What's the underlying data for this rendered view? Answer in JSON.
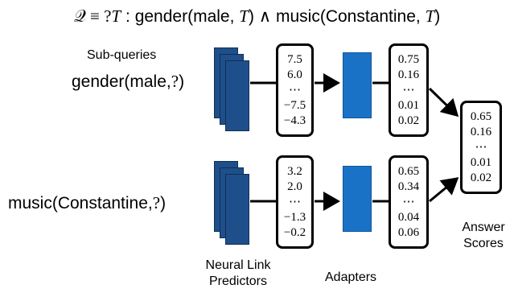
{
  "title": {
    "prefix": "𝒬 ≡ ?",
    "T1": "T",
    "sep": " : ",
    "atom1": "gender(male, ",
    "T2": "T",
    "and": ") ∧ ",
    "atom2": "music(Constantine, ",
    "T3": "T",
    "close": ")"
  },
  "subqueries_label": "Sub-queries",
  "queries": [
    {
      "text": "gender(male,",
      "var": "?",
      "close": ")"
    },
    {
      "text": "music(Constantine,",
      "var": "?",
      "close": ")"
    }
  ],
  "predictor_scores": [
    [
      "7.5",
      "6.0",
      "⋯",
      "−7.5",
      "−4.3"
    ],
    [
      "3.2",
      "2.0",
      "⋯",
      "−1.3",
      "−0.2"
    ]
  ],
  "adapter_scores": [
    [
      "0.75",
      "0.16",
      "⋯",
      "0.01",
      "0.02"
    ],
    [
      "0.65",
      "0.34",
      "⋯",
      "0.04",
      "0.06"
    ]
  ],
  "answer_scores": [
    "0.65",
    "0.16",
    "⋯",
    "0.01",
    "0.02"
  ],
  "labels": {
    "neural_link_1": "Neural Link",
    "neural_link_2": "Predictors",
    "adapters": "Adapters",
    "answer_1": "Answer",
    "answer_2": "Scores"
  },
  "colors": {
    "predictor_blue": "#1f4f8a",
    "adapter_blue": "#1a72c6"
  }
}
